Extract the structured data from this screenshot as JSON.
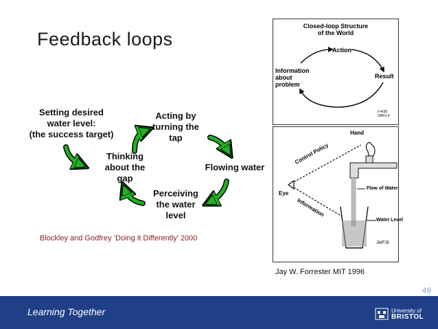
{
  "slide": {
    "title": "Feedback loops",
    "page_number": "49",
    "footer_text": "Learning Together"
  },
  "loop": {
    "nodes": [
      {
        "lines": [
          "Setting desired",
          "water level:",
          "(the success target)"
        ]
      },
      {
        "lines": [
          "Acting by",
          "turning  the",
          "tap"
        ]
      },
      {
        "lines": [
          "Flowing water"
        ]
      },
      {
        "lines": [
          "Perceiving",
          "the water",
          "level"
        ]
      },
      {
        "lines": [
          "Thinking",
          "about  the",
          "gap"
        ]
      }
    ],
    "arrow_color": "#22b022",
    "citation": "Blockley and Godfrey ‘Doing it Differently’ 2000"
  },
  "closed_loop_figure": {
    "title_lines": [
      "Closed-loop Structure",
      "of the World"
    ],
    "action": "Action",
    "result": "Result",
    "info_lines": [
      "Information",
      "about",
      "problem"
    ],
    "code_lines": [
      "0-4/30",
      "JWF3.4"
    ]
  },
  "tap_figure": {
    "hand": "Hand",
    "control_policy": "Control Policy",
    "flow_of_water": "Flow of Water",
    "eye": "Eye",
    "information": "Information",
    "water_level": "Water Level",
    "code": "JWF35",
    "credit": "Jay W. Forrester MIT 1996"
  },
  "logo": {
    "lines": [
      "University of",
      "BRISTOL"
    ]
  }
}
